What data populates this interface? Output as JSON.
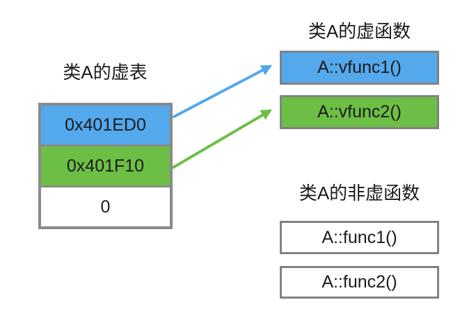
{
  "colors": {
    "blue": "#54a8ec",
    "green": "#6dbe45",
    "border_gray": "#8a8a8a",
    "box_border_gray": "#828282",
    "background": "#ffffff",
    "text": "#1a1a1a"
  },
  "vtable": {
    "title": "类A的虚表",
    "rows": [
      {
        "label": "0x401ED0",
        "color": "#54a8ec"
      },
      {
        "label": "0x401F10",
        "color": "#6dbe45"
      },
      {
        "label": "0",
        "color": "#ffffff"
      }
    ]
  },
  "virtual_functions": {
    "title": "类A的虚函数",
    "items": [
      {
        "label": "A::vfunc1()",
        "color": "#54a8ec"
      },
      {
        "label": "A::vfunc2()",
        "color": "#6dbe45"
      }
    ]
  },
  "non_virtual_functions": {
    "title": "类A的非虚函数",
    "items": [
      {
        "label": "A::func1()",
        "color": "#ffffff"
      },
      {
        "label": "A::func2()",
        "color": "#ffffff"
      }
    ]
  },
  "arrows": [
    {
      "name": "vtable-slot0-to-vfunc1",
      "color": "#54a8ec"
    },
    {
      "name": "vtable-slot1-to-vfunc2",
      "color": "#6dbe45"
    }
  ]
}
